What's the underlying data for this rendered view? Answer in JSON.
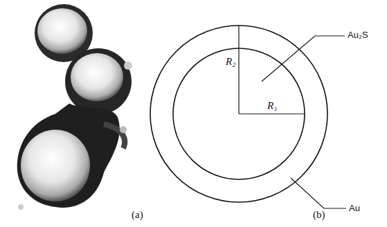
{
  "diagram": {
    "labels": [
      "(a)",
      "R₂",
      "R₁",
      "Au₂S",
      "Au",
      "(b)"
    ]
  }
}
